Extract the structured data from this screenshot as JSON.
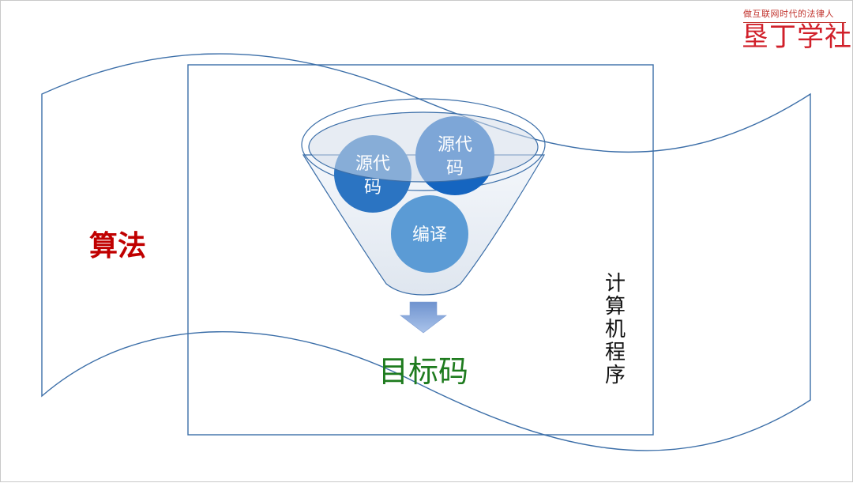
{
  "brand": {
    "tagline": "做互联网时代的法律人",
    "name": "垦丁学社"
  },
  "labels": {
    "algorithm": "算法",
    "program_chars": [
      "计",
      "算",
      "机",
      "程",
      "序"
    ],
    "target_code": "目标码"
  },
  "funnel": {
    "bubbles": [
      {
        "name": "source-code-bubble-left",
        "lines": [
          "源代",
          "码"
        ]
      },
      {
        "name": "source-code-bubble-right",
        "lines": [
          "源代",
          "码"
        ]
      },
      {
        "name": "compile-bubble",
        "lines": [
          "编译"
        ]
      }
    ]
  },
  "colors": {
    "algorithm_text": "#c00000",
    "target_text": "#1e7b1e",
    "outline_blue": "#3b6ea8",
    "bubble_dark": "#1565c0",
    "bubble_light": "#5b9bd5",
    "arrow": "#8faadc",
    "brand_red": "#d1202a"
  }
}
